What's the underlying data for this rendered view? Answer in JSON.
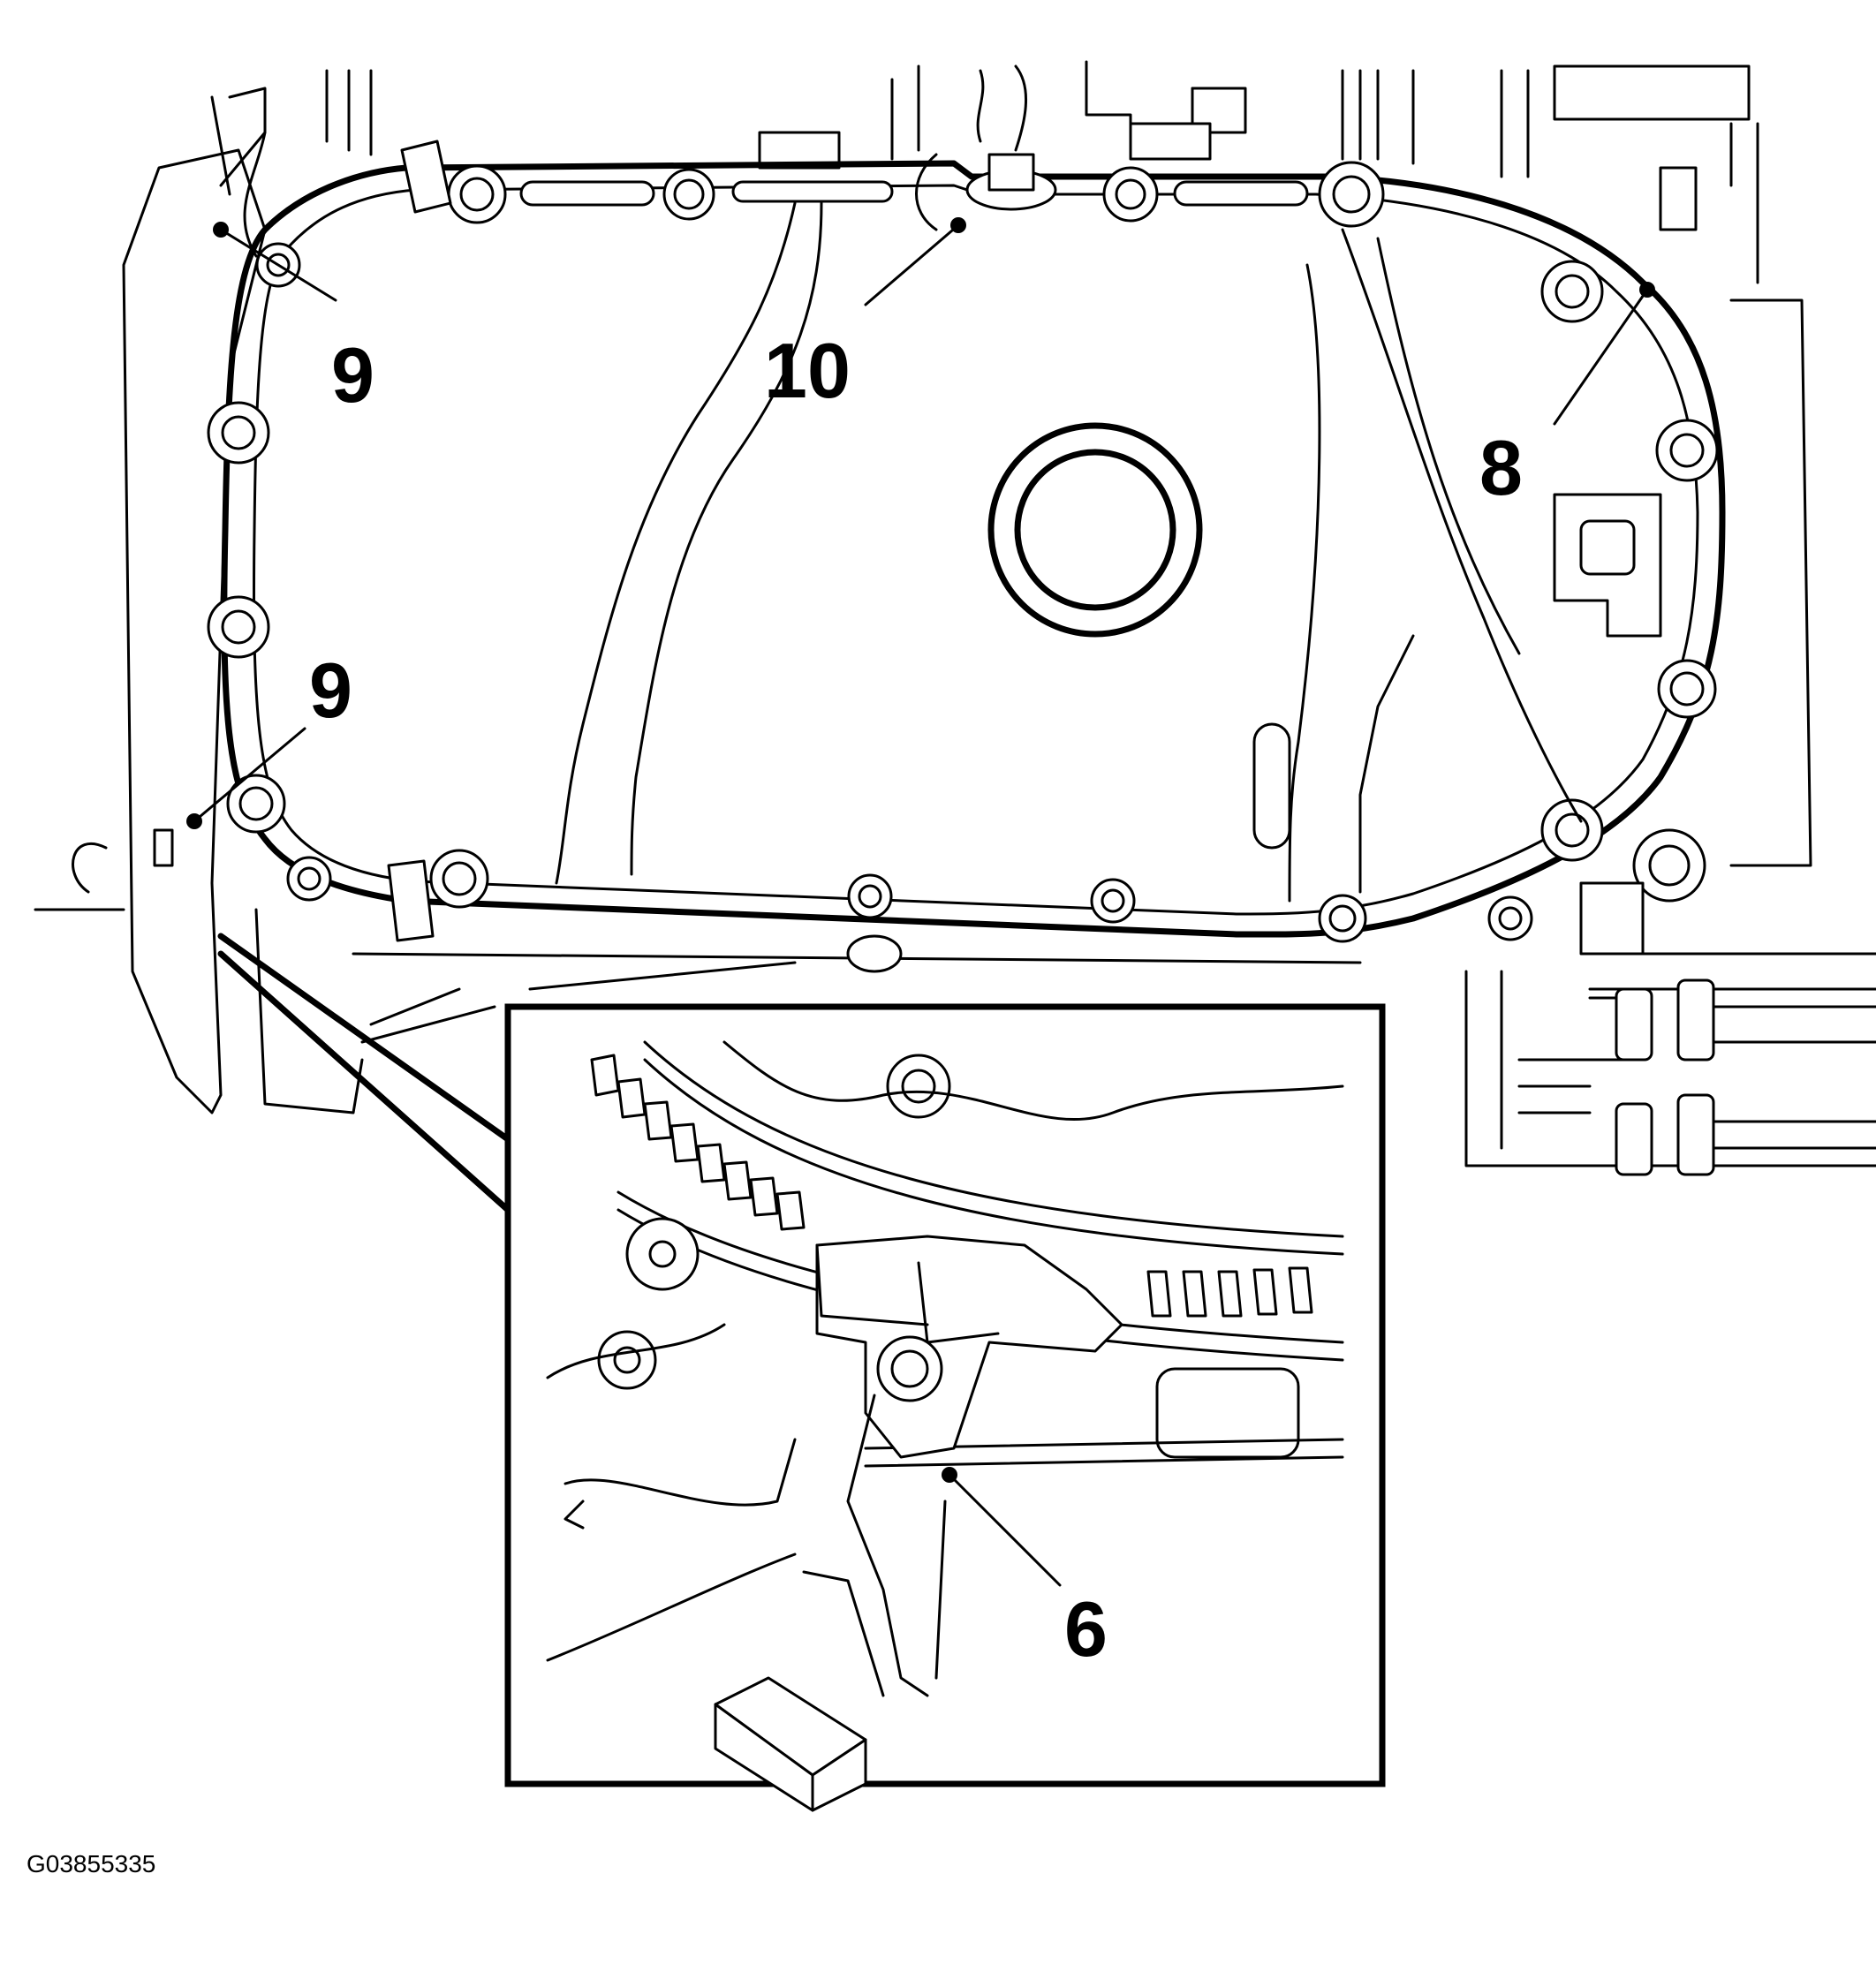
{
  "callouts": {
    "c9a": "9",
    "c10": "10",
    "c8": "8",
    "c9b": "9",
    "c6": "6"
  },
  "figure_id": "G03855335",
  "colors": {
    "line": "#000000",
    "background": "#ffffff"
  }
}
